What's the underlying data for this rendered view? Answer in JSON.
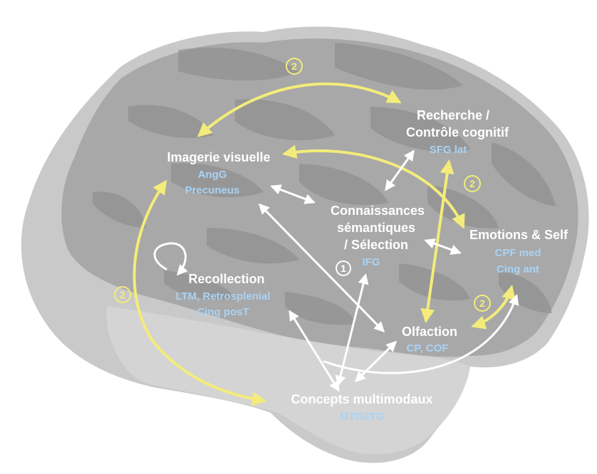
{
  "colors": {
    "background": "#ffffff",
    "brain_light": "#c9c9c9",
    "brain_mid": "#a8a8a8",
    "brain_dark": "#7d7d7d",
    "label_text": "#ffffff",
    "region_text": "#a9d3f5",
    "yellow_arrow": "#f3ec7a",
    "white_arrow": "#ffffff"
  },
  "nodes": {
    "imagerie": {
      "title": "Imagerie visuelle",
      "regions": [
        "AngG",
        "Precuneus"
      ]
    },
    "recherche": {
      "title_lines": [
        "Recherche /",
        "Contrôle cognitif"
      ],
      "regions": [
        "SFG lat"
      ]
    },
    "connaissances": {
      "title_lines": [
        "Connaissances",
        "sémantiques",
        "/ Sélection"
      ],
      "regions": [
        "IFG"
      ]
    },
    "emotions": {
      "title": "Emotions & Self",
      "regions": [
        "CPF med",
        "Cing ant"
      ]
    },
    "recollection": {
      "title": "Recollection",
      "regions": [
        "LTM, Retrosplenial",
        "Cing posT"
      ]
    },
    "olfaction": {
      "title": "Olfaction",
      "regions": [
        "CP, COF"
      ]
    },
    "concepts": {
      "title": "Concepts multimodaux",
      "regions": [
        "MTG/ITG"
      ]
    }
  },
  "markers": {
    "m_top": "2",
    "m_right_upper": "2",
    "m_left": "2",
    "m_right_lower": "2",
    "m_one": "1"
  }
}
